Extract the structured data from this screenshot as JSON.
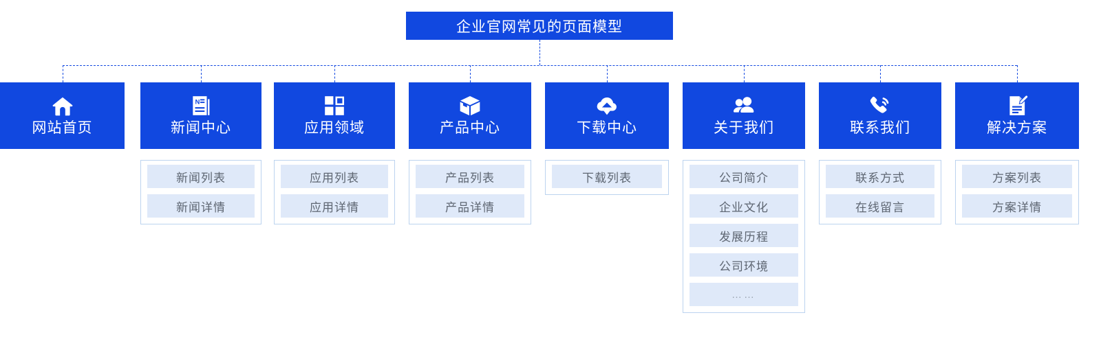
{
  "diagram": {
    "title": "企业官网常见的页面模型",
    "colors": {
      "node_blue": "#1148e0",
      "connector_blue": "#1148e0",
      "subitem_bg": "#dfe9f9",
      "subitem_text": "#5e6672",
      "sublist_border": "#bcd3ef",
      "page_bg": "#ffffff"
    },
    "nodes": [
      {
        "label": "网站首页",
        "icon": "home-icon",
        "children": []
      },
      {
        "label": "新闻中心",
        "icon": "news-document-icon",
        "children": [
          "新闻列表",
          "新闻详情"
        ]
      },
      {
        "label": "应用领域",
        "icon": "grid-squares-icon",
        "children": [
          "应用列表",
          "应用详情"
        ]
      },
      {
        "label": "产品中心",
        "icon": "box-package-icon",
        "children": [
          "产品列表",
          "产品详情"
        ]
      },
      {
        "label": "下载中心",
        "icon": "cloud-download-icon",
        "children": [
          "下载列表"
        ]
      },
      {
        "label": "关于我们",
        "icon": "users-people-icon",
        "children": [
          "公司简介",
          "企业文化",
          "发展历程",
          "公司环境",
          "……"
        ]
      },
      {
        "label": "联系我们",
        "icon": "phone-ringing-icon",
        "children": [
          "联系方式",
          "在线留言"
        ]
      },
      {
        "label": "解决方案",
        "icon": "document-edit-icon",
        "children": [
          "方案列表",
          "方案详情"
        ]
      }
    ]
  }
}
